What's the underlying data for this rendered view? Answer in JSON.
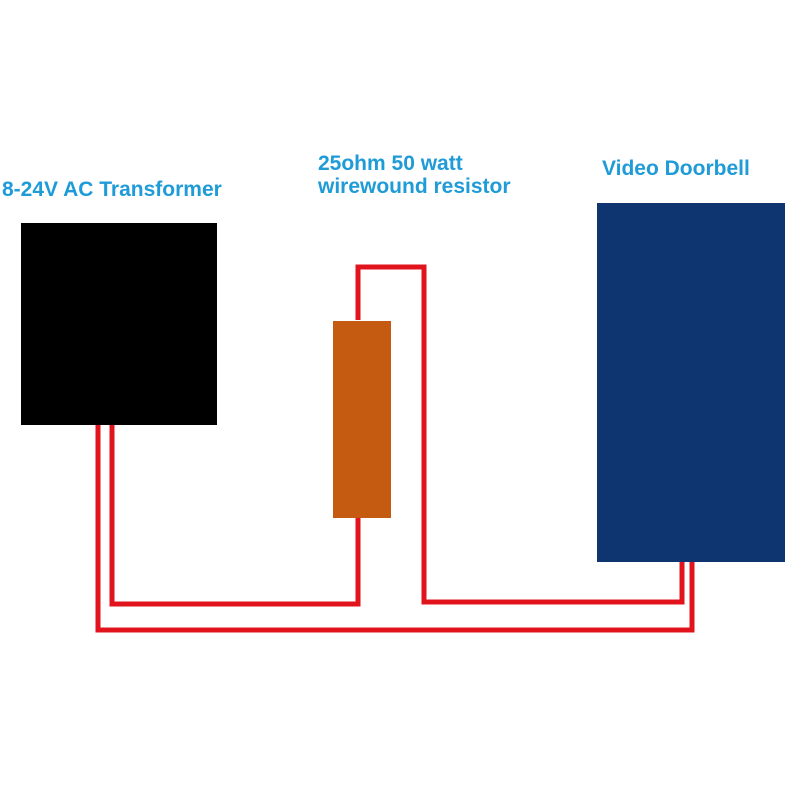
{
  "labels": {
    "transformer": "8-24V AC Transformer",
    "resistor_line1": "25ohm 50 watt",
    "resistor_line2": "wirewound resistor",
    "doorbell": "Video Doorbell"
  },
  "colors": {
    "transformer_fill": "#000000",
    "resistor_fill": "#c55a11",
    "doorbell_fill": "#0f3570",
    "wire": "#e1141e",
    "label_text": "#1f9bd7",
    "background": "#ffffff"
  }
}
